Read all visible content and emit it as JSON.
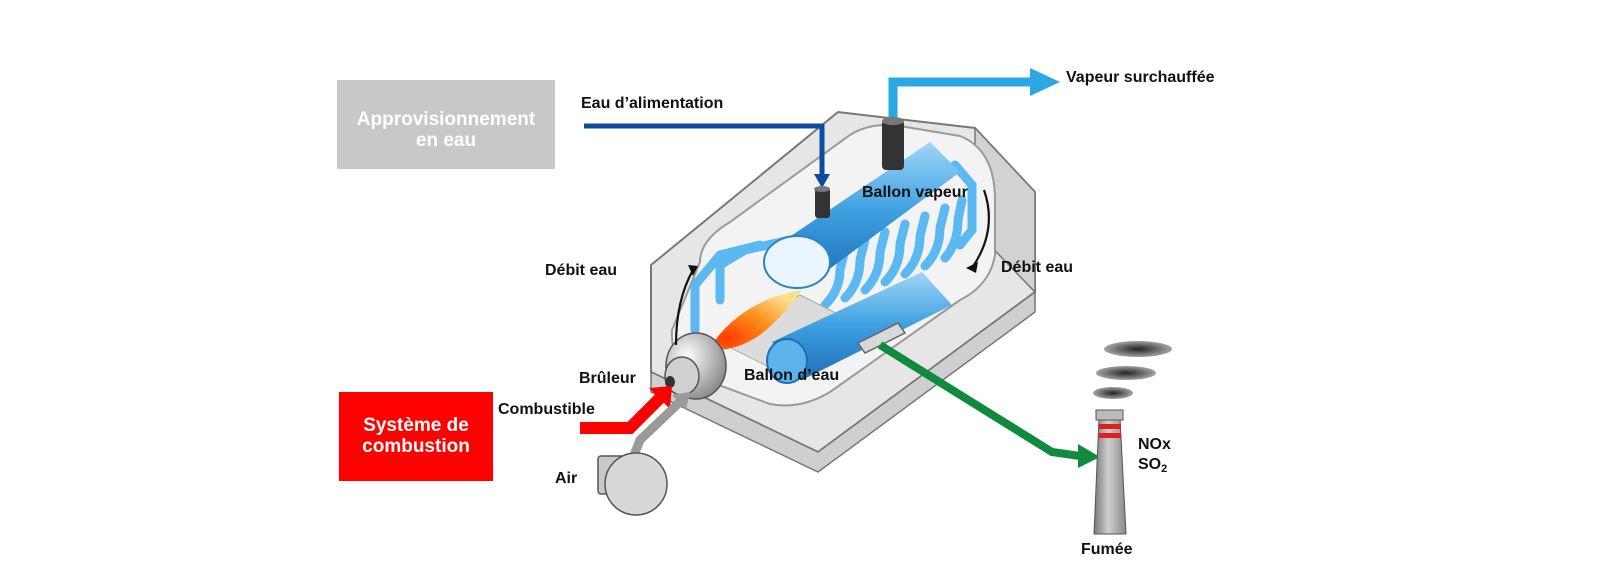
{
  "legend_boxes": {
    "water_supply": {
      "line1": "Approvisionnement",
      "line2": "en eau",
      "color": "#c8c8c8"
    },
    "combustion": {
      "line1": "Système de",
      "line2": "combustion",
      "color": "#ff0000"
    }
  },
  "labels": {
    "feed_water": "Eau d’alimentation",
    "superheated_steam": "Vapeur surchauffée",
    "steam_drum": "Ballon vapeur",
    "water_flow_left": "Débit eau",
    "water_flow_right": "Débit eau",
    "burner": "Brûleur",
    "water_drum": "Ballon d’eau",
    "fuel": "Combustible",
    "air": "Air",
    "nox": "NOx",
    "so2_base": "SO",
    "so2_sub": "2",
    "fumes": "Fumée"
  },
  "colors": {
    "feed_water_pipe": "#0d4c9c",
    "steam_pipe": "#2aa7e4",
    "fuel_arrow": "#ff0000",
    "air_arrow": "#9a9a9a",
    "flue_arrow": "#0f8a3e",
    "casing": "#e6e6e6",
    "tubes": "#5cb8f0",
    "stack_band": "#e02020"
  }
}
